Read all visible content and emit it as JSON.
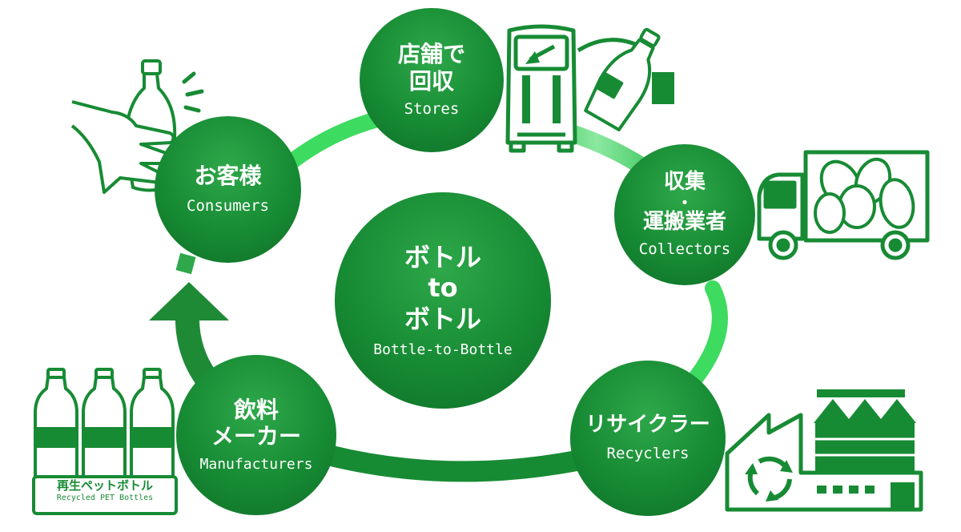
{
  "center": {
    "line1": "ボトル",
    "line2": "to",
    "line3": "ボトル",
    "en": "Bottle-to-Bottle"
  },
  "nodes": {
    "consumers": {
      "jp": "お客様",
      "en": "Consumers"
    },
    "stores": {
      "jp1": "店舗で",
      "jp2": "回収",
      "en": "Stores"
    },
    "collectors": {
      "jp1": "収集",
      "jp2": "・",
      "jp3": "運搬業者",
      "en": "Collectors"
    },
    "recyclers": {
      "jp": "リサイクラー",
      "en": "Recyclers"
    },
    "manufacturers": {
      "jp1": "飲料",
      "jp2": "メーカー",
      "en": "Manufacturers"
    }
  },
  "recycled_bottles": {
    "jp": "再生ペットボトル",
    "en": "Recycled PET Bottles"
  },
  "colors": {
    "dark_green": "#178b34",
    "light_green": "#3ddb5f",
    "arrow_green": "#1f8a36"
  },
  "icons": [
    "hand-bottle-icon",
    "recycle-bin-icon",
    "pet-bottle-icon",
    "truck-icon",
    "factory-icon",
    "recycle-arrows-icon",
    "bottle-pack-icon"
  ]
}
